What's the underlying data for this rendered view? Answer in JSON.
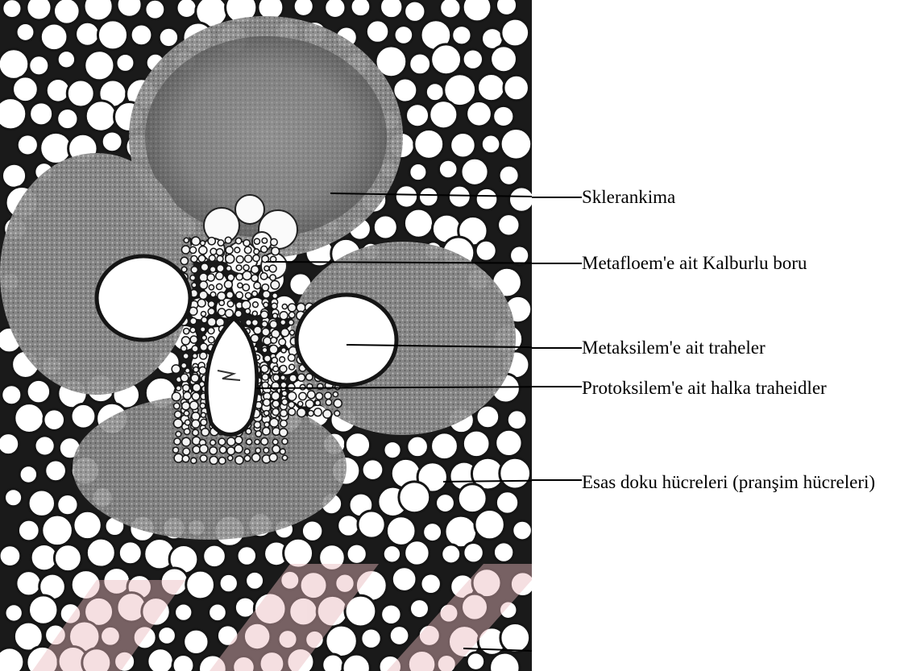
{
  "labels": {
    "sklerankima": "Sklerankima",
    "metafloem": "Metafloem'e ait Kalburlu boru",
    "metaksilem": "Metaksilem'e ait traheler",
    "protoksilem": "Protoksilem'e ait halka traheidler",
    "esas_doku": "Esas doku hücreleri (pranşim hücreleri)"
  },
  "colors": {
    "cell_wall": "#151515",
    "sclerenchyma": "#8a8a8a",
    "cell_lumen": "#ffffff",
    "watermark": "#e8b8bc"
  }
}
